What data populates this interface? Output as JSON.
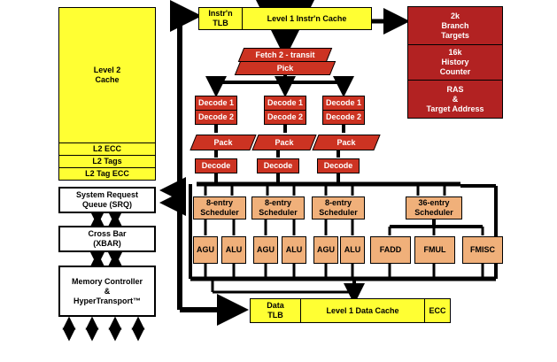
{
  "l2": {
    "title": "Level 2\nCache",
    "ecc": "L2 ECC",
    "tags": "L2 Tags",
    "tag_ecc": "L2 Tag ECC"
  },
  "srq": "System Request\nQueue (SRQ)",
  "xbar": "Cross Bar\n(XBAR)",
  "memctl": "Memory Controller\n&\nHyperTransport™",
  "itlb": "Instr'n\nTLB",
  "l1i": "Level 1 Instr'n Cache",
  "branch": {
    "targets": "2k\nBranch\nTargets",
    "history": "16k\nHistory\nCounter",
    "ras": "RAS\n&\nTarget Address"
  },
  "fetch": "Fetch 2 - transit",
  "pick": "Pick",
  "decode1": "Decode 1",
  "decode2": "Decode 2",
  "pack": "Pack",
  "decode": "Decode",
  "sched8": "8-entry\nScheduler",
  "sched36": "36-entry\nScheduler",
  "agu": "AGU",
  "alu": "ALU",
  "fadd": "FADD",
  "fmul": "FMUL",
  "fmisc": "FMISC",
  "dtlb": "Data\nTLB",
  "l1d": "Level 1 Data Cache",
  "ecc": "ECC"
}
